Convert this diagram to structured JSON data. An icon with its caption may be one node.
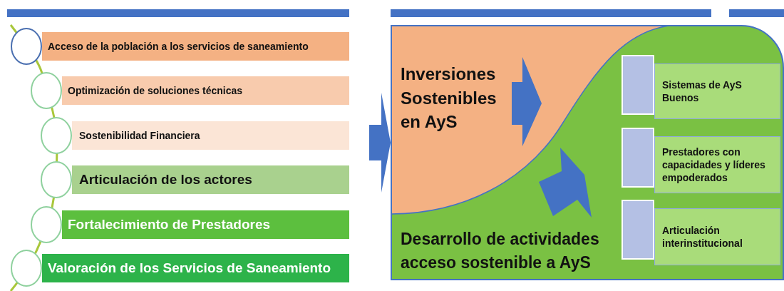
{
  "diagram": {
    "nodes": [
      {
        "text": [
          "Acceso de la población a los servicios de saneamiento"
        ]
      },
      {
        "text": [
          "Optimización de soluciones técnicas"
        ]
      },
      {
        "text": [
          "Sostenibilidad Financiera"
        ]
      },
      {
        "text": [
          "Articulación de los actores"
        ]
      },
      {
        "text": [
          "Fortalecimiento de Prestadores"
        ]
      },
      {
        "text": [
          "Valoración de los Servicios de Saneamiento"
        ]
      },
      {
        "text": [
          "Inversiones Sostenibles en AyS",
          "Desarrollo de actividades acceso sostenible a AyS"
        ]
      },
      {
        "text": [
          "Sistemas de AyS Buenos"
        ],
        "in": 6
      },
      {
        "text": [
          "Prestadores con capacidades y líderes empoderados"
        ],
        "in": 6
      },
      {
        "text": [
          "Articulación interinstitucional"
        ],
        "in": 6
      },
      {
        "text": [],
        "shape": "box",
        "in": 6
      },
      {
        "text": [],
        "shape": "box",
        "in": 6
      },
      {
        "text": [],
        "shape": "box",
        "in": 6
      }
    ],
    "edges": [
      {
        "from": null,
        "to": 6,
        "arrow": "to"
      }
    ]
  }
}
